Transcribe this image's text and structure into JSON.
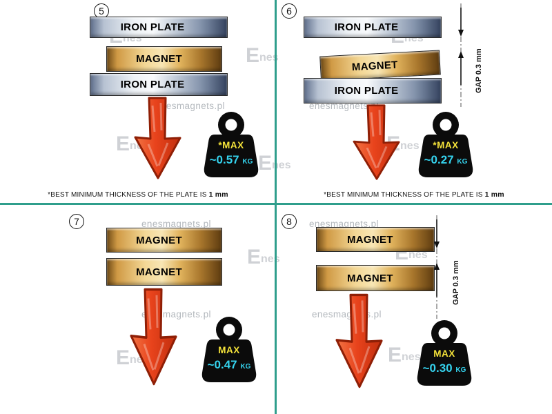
{
  "watermark": {
    "site": "enesmagnets.pl",
    "logo_e": "E",
    "logo_nes": "nes"
  },
  "colors": {
    "divider": "#2f9e8c",
    "arrow": "#e8431c",
    "weight_body": "#0b0b0b",
    "weight_max_text": "#f5e33a",
    "weight_value_text": "#35d3ee",
    "magnet_gold": "#f3d795",
    "iron_steel": "#c2ccd9"
  },
  "panels": [
    {
      "number": "5",
      "layers": [
        {
          "label": "IRON PLATE"
        },
        {
          "label": "MAGNET"
        },
        {
          "label": "IRON PLATE"
        }
      ],
      "weight": {
        "max": "*MAX",
        "value": "~0.57",
        "unit": "KG"
      },
      "footnote": {
        "text": "*BEST MINIMUM THICKNESS OF THE PLATE IS",
        "bold": "1 mm"
      }
    },
    {
      "number": "6",
      "layers": [
        {
          "label": "IRON PLATE"
        },
        {
          "label": "MAGNET"
        },
        {
          "label": "IRON PLATE"
        }
      ],
      "gap_label": "GAP 0.3 mm",
      "weight": {
        "max": "*MAX",
        "value": "~0.27",
        "unit": "KG"
      },
      "footnote": {
        "text": "*BEST MINIMUM THICKNESS OF THE PLATE IS",
        "bold": "1 mm"
      }
    },
    {
      "number": "7",
      "layers": [
        {
          "label": "MAGNET"
        },
        {
          "label": "MAGNET"
        }
      ],
      "weight": {
        "max": "MAX",
        "value": "~0.47",
        "unit": "KG"
      }
    },
    {
      "number": "8",
      "layers": [
        {
          "label": "MAGNET"
        },
        {
          "label": "MAGNET"
        }
      ],
      "gap_label": "GAP 0.3 mm",
      "weight": {
        "max": "MAX",
        "value": "~0.30",
        "unit": "KG"
      }
    }
  ]
}
